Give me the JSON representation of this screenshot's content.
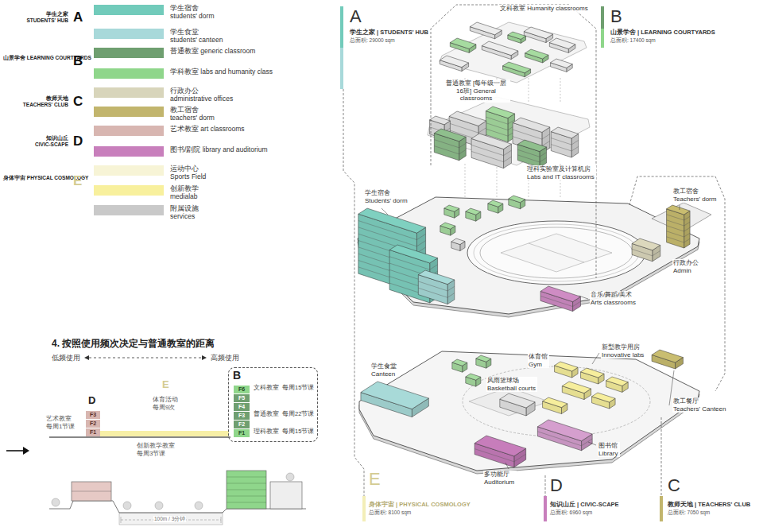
{
  "diagram": {
    "title": "4. 按照使用频次决定与普通教室的距离",
    "nodes": [
      {
        "text": [
          "F3"
        ]
      },
      {
        "text": [
          "F2"
        ]
      },
      {
        "text": [
          "F1"
        ]
      },
      {
        "text": [
          "B",
          "文科教室",
          "每周15节课",
          "普通教室",
          "每周22节课",
          "理科教室",
          "每周15节课"
        ]
      },
      {
        "text": [
          "F6"
        ],
        "in": 3
      },
      {
        "text": [
          "F5"
        ],
        "in": 3
      },
      {
        "text": [
          "F4"
        ],
        "in": 3
      },
      {
        "text": [
          "F3"
        ],
        "in": 3
      },
      {
        "text": [
          "F2"
        ],
        "in": 3
      },
      {
        "text": [
          "F1"
        ],
        "in": 3
      }
    ],
    "labels": [
      "学生之家 STUDENTS' HUB",
      "A",
      "山景学舍 LEARNING COURTYARDS",
      "B",
      "教师天地 TEACHERS' CLUB",
      "C",
      "知识山丘 CIVIC-SCAPE",
      "D",
      "身体宇宙 PHYSICAL COSMOLOGY",
      "E",
      "A",
      "学生之家 | STUDENTS' HUB",
      "总面积: 29000 sqm",
      "文科教室 Humanity classrooms",
      "B",
      "山景学舍 | LEARNING COURTYARDS",
      "总面积: 17400 sqm",
      "普通教室 [每年级一层16班] General classrooms",
      "理科实验室及计算机房 Labs and IT classrooms",
      "学生宿舍 Students' dorm",
      "教工宿舍 Teachers' dorm",
      "行政办公 Admin",
      "音乐/舞蹈/美术 Arts classrooms",
      "新型教学用房 Innovative labs",
      "学生食堂 Canteen",
      "体育馆 Gym",
      "风雨篮球场 Basketball courts",
      "教工餐厅 Teachers' Canteen",
      "图书馆 Library",
      "多功能厅 Auditorium",
      "E",
      "身体宇宙 | PHYSICAL COSMOLOGY",
      "总面积: 8100 sqm",
      "D",
      "知识山丘 | CIVIC-SCAPE",
      "总面积: 6960 sqm",
      "C",
      "教师天地 | TEACHERS' CLUB",
      "总面积: 7050 sqm",
      "低频使用",
      "高频使用",
      "D",
      "E",
      "艺术教室 每周1节课",
      "体育活动 每周9次",
      "创新教学教室 每周3节课",
      "100m / 3分钟"
    ],
    "legend": [
      {
        "text": "学生宿舍 students' dorm",
        "color": "#72cbbb"
      },
      {
        "text": "学生食堂 students' canteen",
        "color": "#a8d9da"
      },
      {
        "text": "普通教室 generic classroom",
        "color": "#6f9f70"
      },
      {
        "text": "学科教室 labs and humanity class",
        "color": "#8fd68b"
      },
      {
        "text": "行政办公 administrative offices",
        "color": "#d8d5bb"
      },
      {
        "text": "教工宿舍 teachers' dorm",
        "color": "#c2b56d"
      },
      {
        "text": "艺术教室 art classrooms",
        "color": "#d8b6b1"
      },
      {
        "text": "图书/剧院 library and auditorium",
        "color": "#c87fbc"
      },
      {
        "text": "运动中心 Sports Field",
        "color": "#f7f4d6"
      },
      {
        "text": "创新教学 medialab",
        "color": "#f8f09d"
      },
      {
        "text": "附属设施 services",
        "color": "#c9c9c9"
      }
    ]
  }
}
